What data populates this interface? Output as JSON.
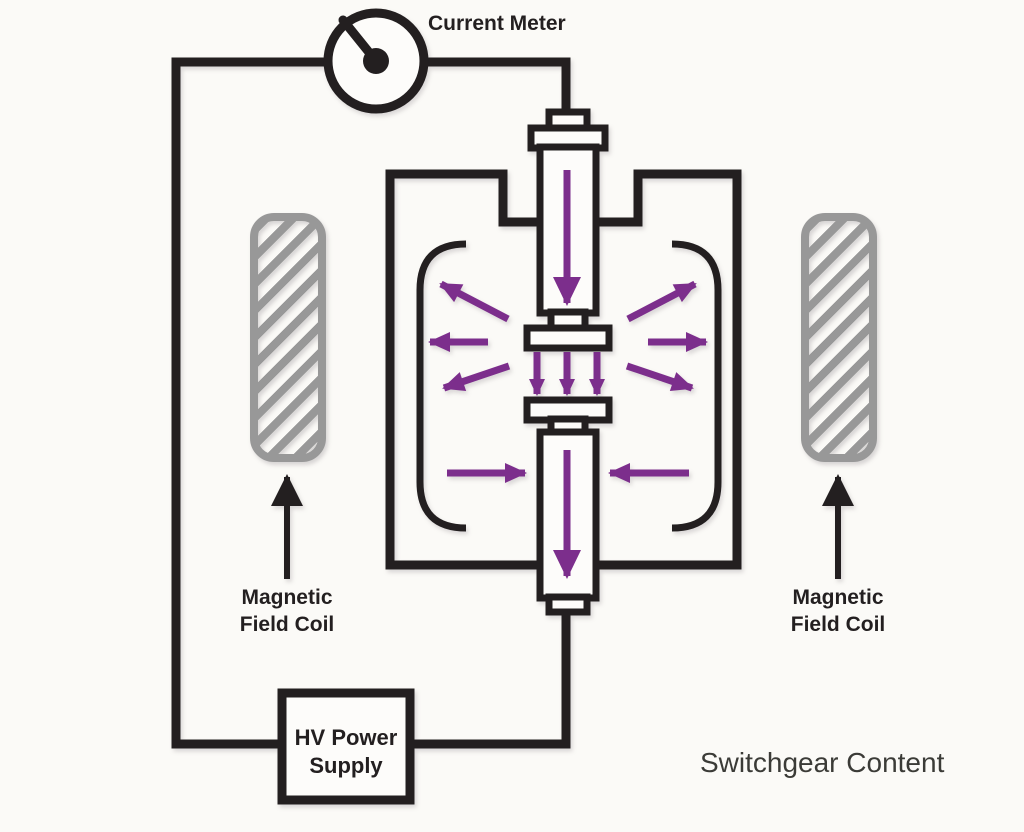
{
  "labels": {
    "current_meter": "Current Meter",
    "left_coil_line1": "Magnetic",
    "left_coil_line2": "Field Coil",
    "right_coil_line1": "Magnetic",
    "right_coil_line2": "Field Coil",
    "power_supply_line1": "HV Power",
    "power_supply_line2": "Supply",
    "watermark": "Switchgear Content"
  },
  "colors": {
    "line_black": "#231f20",
    "arrow_purple": "#7c2e8c",
    "coil_gray": "#989898",
    "background": "#fbfaf7",
    "watermark_text": "#3b3b37"
  }
}
